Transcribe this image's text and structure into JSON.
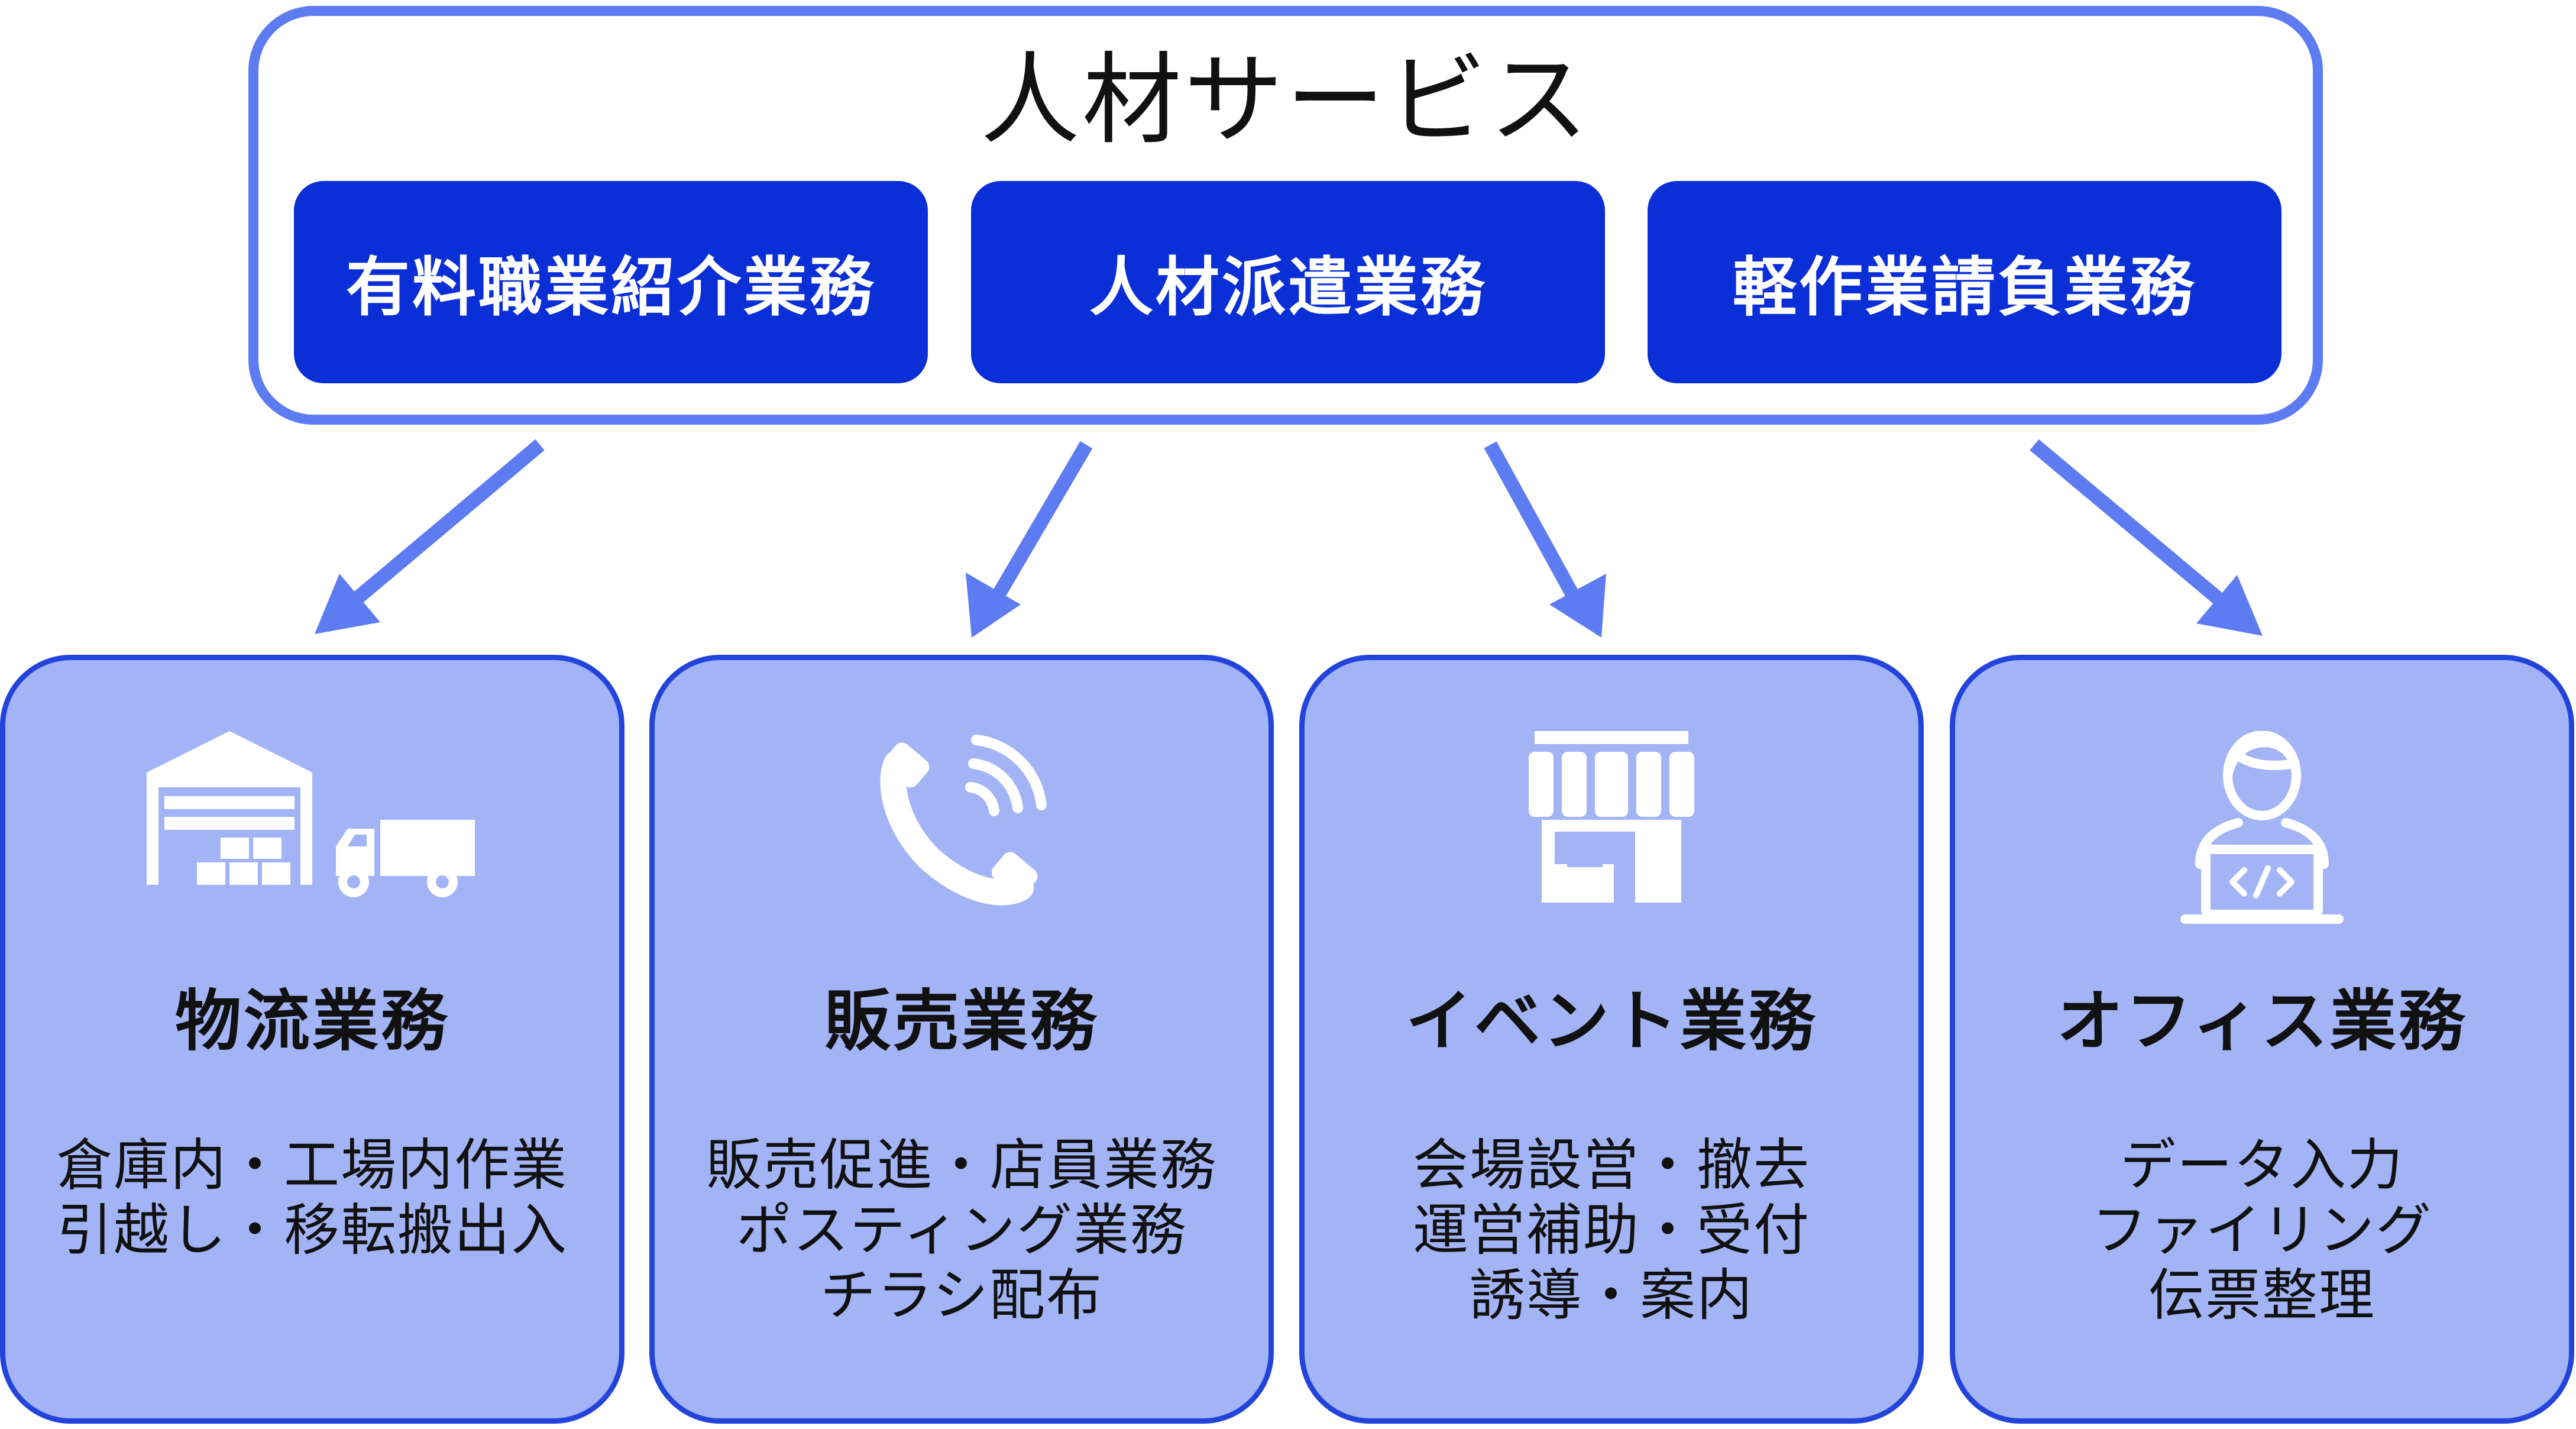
{
  "top": {
    "title": "人材サービス",
    "services": [
      "有料職業紹介業務",
      "人材派遣業務",
      "軽作業請負業務"
    ]
  },
  "cards": [
    {
      "icon": "warehouse-truck-icon",
      "title": "物流業務",
      "lines": [
        "倉庫内・工場内作業",
        "引越し・移転搬出入"
      ]
    },
    {
      "icon": "phone-call-icon",
      "title": "販売業務",
      "lines": [
        "販売促進・店員業務",
        "ポスティング業務",
        "チラシ配布"
      ]
    },
    {
      "icon": "storefront-icon",
      "title": "イベント業務",
      "lines": [
        "会場設営・撤去",
        "運営補助・受付",
        "誘導・案内"
      ]
    },
    {
      "icon": "office-worker-laptop-icon",
      "title": "オフィス業務",
      "lines": [
        "データ入力",
        "ファイリング",
        "伝票整理"
      ]
    }
  ],
  "colors": {
    "frame": "#5d7cf2",
    "service_box": "#0b2fd6",
    "card_fill": "#a3b4f6",
    "card_border": "#2344db",
    "arrow": "#5d7cf2"
  }
}
